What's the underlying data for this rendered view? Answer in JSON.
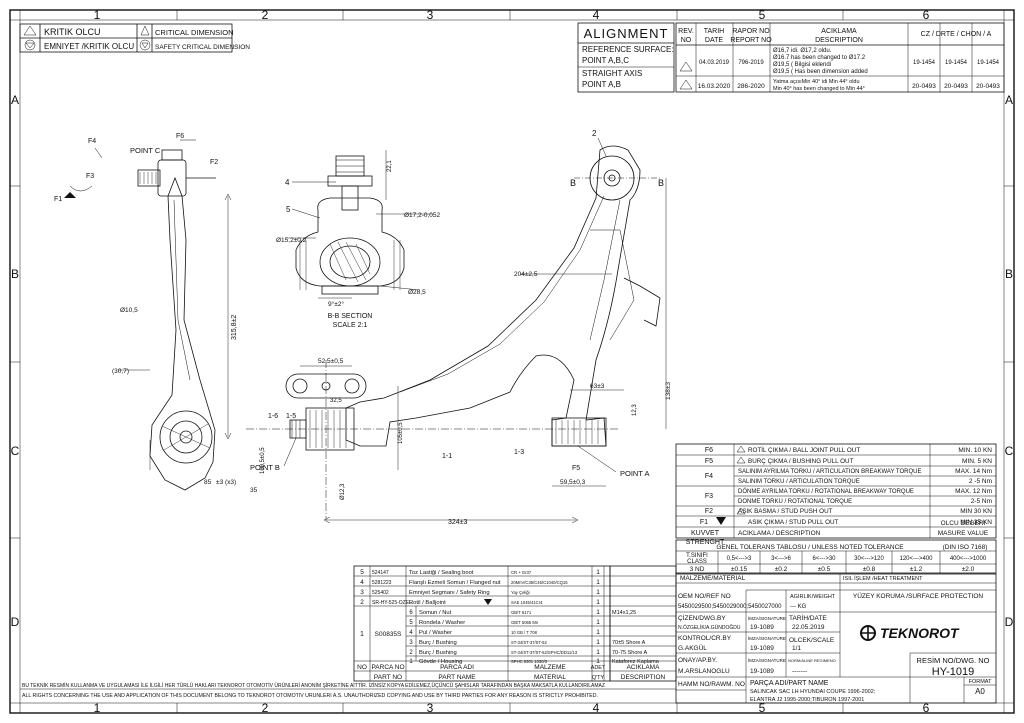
{
  "grid": {
    "cols": [
      "1",
      "2",
      "3",
      "4",
      "5",
      "6"
    ],
    "rows": [
      "A",
      "B",
      "C",
      "D"
    ]
  },
  "legend": {
    "critical_tr": "KRITIK OLCU",
    "critical_en": "CRITICAL DIMENSION",
    "safety_tr": "EMNIYET /KRITIK OLCU",
    "safety_en": "SAFETY CRITICAL DIMENSION"
  },
  "alignment": {
    "title": "ALIGNMENT",
    "ref_label": "REFERENCE SURFACE:",
    "ref_value": "POINT A,B,C",
    "axis_label": "STRAIGHT AXIS",
    "axis_value": "POINT A,B"
  },
  "revisions": {
    "headers": [
      "REV.",
      "TARIH",
      "RAPOR NO",
      "ACIKLAMA",
      "CZ / DRTE / CHON / A"
    ],
    "headers2": [
      "NO",
      "DATE",
      "REPORT NO",
      "DESCRIPTION"
    ],
    "rows": [
      {
        "date": "04.03.2019",
        "report": "796-2019",
        "d1": "Ø16,7 idi. Ø17,2 oldu.",
        "d2": "Ø16.7 has been changed to Ø17.2",
        "d3": "Ø19,5 ( Bilgisi eklendi",
        "d4": "Ø19,5 ( Has been dimension added",
        "cz": "19-1454",
        "cz2": "19-1454",
        "cz3": "19-1454"
      },
      {
        "date": "16.03.2020",
        "report": "286-2020",
        "d1": "Yatma açısıMin 40° idi Min 44° oldu",
        "d2": "Min 40° has been changed to Min 44°",
        "d3": "",
        "d4": "",
        "cz": "20-0493",
        "cz2": "20-0493",
        "cz3": "20-0493"
      }
    ]
  },
  "labels": {
    "point_a": "POINT A",
    "point_b": "POINT B",
    "point_c": "POINT C",
    "section": "B-B SECTION",
    "scale": "SCALE 2:1",
    "b": "B",
    "f1": "F1",
    "f2": "F2",
    "f3": "F3",
    "f4": "F4",
    "f5": "F5",
    "f6": "F6",
    "n2": "2",
    "n4": "4",
    "n5": "5",
    "s11": "1-1",
    "s13": "1-3",
    "s15": "1-5",
    "s16": "1-6"
  },
  "dims": {
    "d1": "315,8±2",
    "d2": "Ø10,5",
    "d3": "(30,7)",
    "d4": "324±3",
    "d5": "59,5±0,3",
    "d6": "63±3",
    "d7": "138±3",
    "d8": "204±2,5",
    "d9": "52,5±0,5",
    "d10": "32,5",
    "d11": "105±0,5",
    "d12": "100,5±0,5",
    "d13": "85",
    "d14": "±3 (x3)",
    "d15": "35",
    "d16": "Ø17,2-0,052",
    "d17": "Ø15,2±0,2",
    "d18": "Ø28,5",
    "d19": "9°±2°",
    "d20": "22,1",
    "d21": "12,3",
    "d22": "Ø12,3"
  },
  "strength": {
    "rows": [
      {
        "code": "F6",
        "tr": "ROTİL ÇIKMA / BALL JOINT PULL OUT",
        "val": "MIN. 10 KN"
      },
      {
        "code": "F5",
        "tr": "BURÇ ÇIKMA / BUSHING PULL OUT",
        "val": "MIN. 5 KN"
      },
      {
        "code": "F4",
        "tr": "SALINIM AYRILMA TORKU / ARTICULATION BREAKWAY TORQUE",
        "val": "MAX. 14 Nm"
      },
      {
        "code": "",
        "tr": "SALINIM TORKU / ARTICULATION TORQUE",
        "val": "2 -5 Nm"
      },
      {
        "code": "F3",
        "tr": "DÖNME AYRILMA TORKU / ROTATIONAL BREAKWAY TORQUE",
        "val": "MAX. 12 Nm"
      },
      {
        "code": "",
        "tr": "DONME TORKU / ROTATIONAL TORQUE",
        "val": "2-5 Nm"
      },
      {
        "code": "F2",
        "tr": "ASIK BASMA / STUD PUSH OUT",
        "val": "MIN 30 KN"
      },
      {
        "code": "F1",
        "tr": "ASIK ÇIKMA / STUD PULL OUT",
        "val": "MIN 35 KN"
      }
    ],
    "foot_c1": "KUVVET",
    "foot_c2": "STRENGHT",
    "foot_d": "ACIKLAMA / DESCRIPTION",
    "foot_v1": "OLCU DEGERI",
    "foot_v2": "MASURE VALUE"
  },
  "tolerance": {
    "title": "GENEL TOLERANS TABLOSU / UNLESS NOTED TOLERANCE",
    "std": "(DIN ISO 7168)",
    "class_label": "T.SINIFI",
    "class_label2": "CLASS",
    "ranges": [
      "0,5<--->3",
      "3<--->6",
      "6<--->30",
      "30<--->120",
      "120<--->400",
      "400<--->1000"
    ],
    "row_label": "3 ND",
    "values": [
      "±0.15",
      "±0.2",
      "±0.5",
      "±0.8",
      "±1.2",
      "±2.0"
    ]
  },
  "bom": {
    "rows": [
      {
        "no": "5",
        "part": "524147",
        "name": "Toz Lastiği / Sealing boot",
        "mat": "CR + Gr37",
        "qty": "1",
        "desc": ""
      },
      {
        "no": "4",
        "part": "5281223",
        "name": "Flanşlı Ezmeli Somun / Flanged nut",
        "mat": "20MnV/C35/C45/C1040/CQ15",
        "qty": "1",
        "desc": ""
      },
      {
        "no": "3",
        "part": "525402",
        "name": "Emniyet Segmanı / Safety Ring",
        "mat": "Yay Çeliği",
        "qty": "1",
        "desc": ""
      },
      {
        "no": "2",
        "part": "SR-HY-525-OZEL",
        "name": "Rotil / Balljoint",
        "mat": "SAE 1045/41Cr4",
        "qty": "1",
        "desc": ""
      }
    ],
    "sub_rows": [
      {
        "no": "6",
        "name": "Somun / Nut",
        "mat": "GB/T 6171",
        "qty": "1",
        "desc": "M14x1,25"
      },
      {
        "no": "5",
        "name": "Rondela / Washer",
        "mat": "GB/T 5065 Mn",
        "qty": "1",
        "desc": ""
      },
      {
        "no": "4",
        "name": "Pul / Washer",
        "mat": "10 GB / T 708",
        "qty": "1",
        "desc": ""
      },
      {
        "no": "3",
        "name": "Burç / Bushing",
        "mat": "ST-34/ST-37/ST-52",
        "qty": "1",
        "desc": "70±5 Shore A"
      },
      {
        "no": "2",
        "name": "Burç / Bushing",
        "mat": "ST-34/ST-37/ST-52/SPHC/DD11/13",
        "qty": "1",
        "desc": "70-75 Shore A"
      },
      {
        "no": "1",
        "name": "Gövde / Housing",
        "mat": "SPHC 6301 1030/3",
        "qty": "1",
        "desc": "Kataforez Kaplama"
      }
    ],
    "group_no": "1",
    "group_part": "S00835S",
    "h_no": "NO",
    "h_part": "PARCA NO",
    "h_part_en": "PART NO",
    "h_name": "PARCA ADI",
    "h_name_en": "PART NAME",
    "h_mat": "MALZEME",
    "h_mat_en": "MATERIAL",
    "h_qty": "ADET",
    "h_qty_en": "Q'TY",
    "h_desc": "ACIKLAMA",
    "h_desc_en": "DESCRIPTION"
  },
  "title_block": {
    "material_label": "MALZEME/MATERIAL",
    "heat": "ISIL İŞLEM /HEAT TREATMENT",
    "oem_label": "OEM NO/REF NO",
    "oem_value": "5450029500;5450029000;5450027000",
    "weight_label": "AGIRLIK/WEIGHT",
    "weight_value": "--- KG",
    "surface": "YÜZEY KORUMA /SURFACE PROTECTION",
    "drawn_label": "ÇİZEN/DWG.BY",
    "drawn_name": "N.ÖZGELİK/A.GÜNDOĞDU",
    "sig_label": "İMZA/SIGNATURE",
    "drawn_sig": "19-1089",
    "date_label": "TARİH/DATE",
    "date_value": "22.05.2019",
    "check_label": "KONTROL/CR.BY",
    "check_name": "G.AKGÜL",
    "check_sig": "19-1089",
    "scale_label": "OLCEK/SCALE",
    "scale_value": "1/1",
    "approve_label": "ONAY/AP.BY.",
    "approve_name": "M.ARSLANOGLU",
    "approve_sig": "19-1089",
    "approve_note_label": "NORM/ALINE REGIMENO",
    "approve_note": "-------",
    "brand": "TEKNOROT",
    "drawing_no_label": "RESİM NO/DWG. NO",
    "drawing_no": "HY-1019",
    "format_label": "FORMAT",
    "format_value": "A0",
    "hamm_label": "HAMM NO/RAWM. NO",
    "part_name_label": "PARÇA ADI/PART NAME",
    "part_name_1": "SALINCAK SAC LH HYUNDAI COUPE 1996-2002;",
    "part_name_2": "ELANTRA J2 1995-2000;TIBURON 1997-2001"
  },
  "legal": {
    "tr": "BU TEKNİK RESMİN KULLANMA VE UYGULAMASI İLE İLGİLİ HER TÜRLÜ HAKLARI TEKNOROT OTOMOTİV ÜRÜNLERİ ANONİM ŞİRKETİNE AİTTİR. İZİNSİZ KOPYA EDİLEMEZ,ÜÇÜNCÜ ŞAHISLAR TARAFINDAN BAŞKA MAKSATLA KULLANDIRILAMAZ",
    "en": "ALL RIGHTS CONCERNING THE USE AND APPLICATION OF THIS DOCUMENT BELONG TO TEKNOROT OTOMOTIV URUNLERI A.S.    UNAUTHORIZED COPYING AND USE BY THIRD PARTIES FOR ANY REASON IS STRICTLY PROHIBITED."
  }
}
